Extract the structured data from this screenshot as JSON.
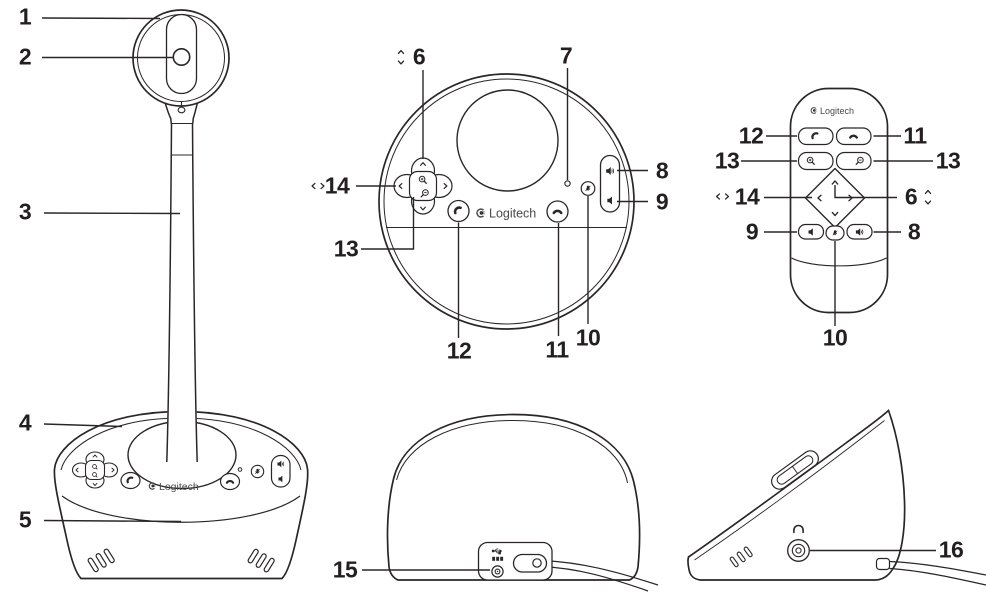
{
  "brand": {
    "name": "Logitech"
  },
  "colors": {
    "line": "#2a2627",
    "label": "#231f20",
    "logo_text": "#4a4a4a",
    "background": "#ffffff"
  },
  "icons": {
    "answer_call": "phone-handset",
    "end_call": "phone-hangup",
    "zoom_in": "magnifier-plus",
    "zoom_out": "magnifier-minus",
    "volume_up": "speaker-waves",
    "volume_down": "speaker",
    "mute": "microphone-slash",
    "activity_led": "dot",
    "usb": "usb-trident",
    "power_in": "power-jack",
    "headphone_out": "headphones",
    "pan_arrows": "left-right-chevrons",
    "tilt_arrows": "up-down-chevrons"
  },
  "views": {
    "front": {
      "label": "camera-and-speaker-base-front-view",
      "callouts": {
        "c1": "1",
        "c2": "2",
        "c3": "3",
        "c4": "4",
        "c5": "5"
      }
    },
    "top": {
      "label": "speaker-base-top-view",
      "callouts": {
        "c6": "6",
        "c7": "7",
        "c8": "8",
        "c9": "9",
        "c10": "10",
        "c11": "11",
        "c12": "12",
        "c13": "13",
        "c14": "14"
      }
    },
    "remote": {
      "label": "remote-control-view",
      "callouts": {
        "c12": "12",
        "c11": "11",
        "c13_left": "13",
        "c13_right": "13",
        "c14": "14",
        "c6": "6",
        "c9": "9",
        "c8": "8",
        "c10": "10"
      }
    },
    "rear": {
      "label": "speaker-base-rear-view",
      "callouts": {
        "c15": "15"
      }
    },
    "side": {
      "label": "speaker-base-side-view",
      "callouts": {
        "c16": "16"
      }
    }
  }
}
